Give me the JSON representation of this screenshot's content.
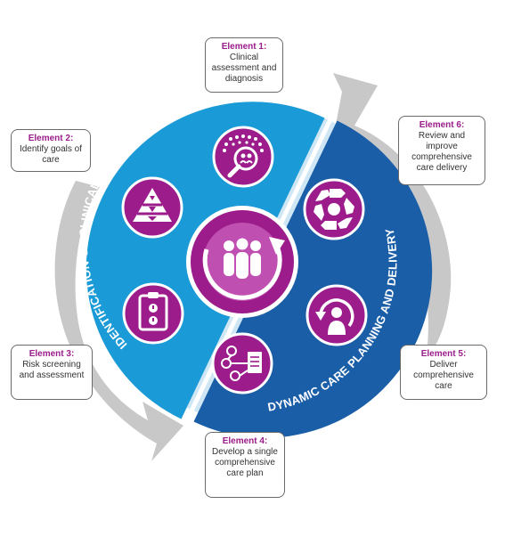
{
  "colors": {
    "arc_gray": "#c8c8c8",
    "blue_light": "#1a9ad6",
    "blue_dark": "#1a5ea8",
    "purple": "#9b1c8a",
    "white": "#ffffff"
  },
  "ring_labels": {
    "left": "IDENTIFICATION OF CLINICAL AND PERSONAL NEEDS",
    "right": "DYNAMIC CARE PLANNING AND DELIVERY"
  },
  "elements": [
    {
      "title": "Element 1:",
      "desc": "Clinical assessment and diagnosis",
      "icon": "magnifier-people-icon"
    },
    {
      "title": "Element 2:",
      "desc": "Identify goals of care",
      "icon": "pyramid-icon"
    },
    {
      "title": "Element 3:",
      "desc": "Risk screening and assessment",
      "icon": "clipboard-alert-icon"
    },
    {
      "title": "Element 4:",
      "desc": "Develop a single comprehensive care plan",
      "icon": "flowchart-document-icon"
    },
    {
      "title": "Element 5:",
      "desc": "Deliver comprehensive care",
      "icon": "person-cycle-icon"
    },
    {
      "title": "Element 6:",
      "desc": "Review and improve comprehensive care delivery",
      "icon": "cycle-arrows-icon"
    }
  ],
  "center_icon": "team-people-arrow-icon"
}
